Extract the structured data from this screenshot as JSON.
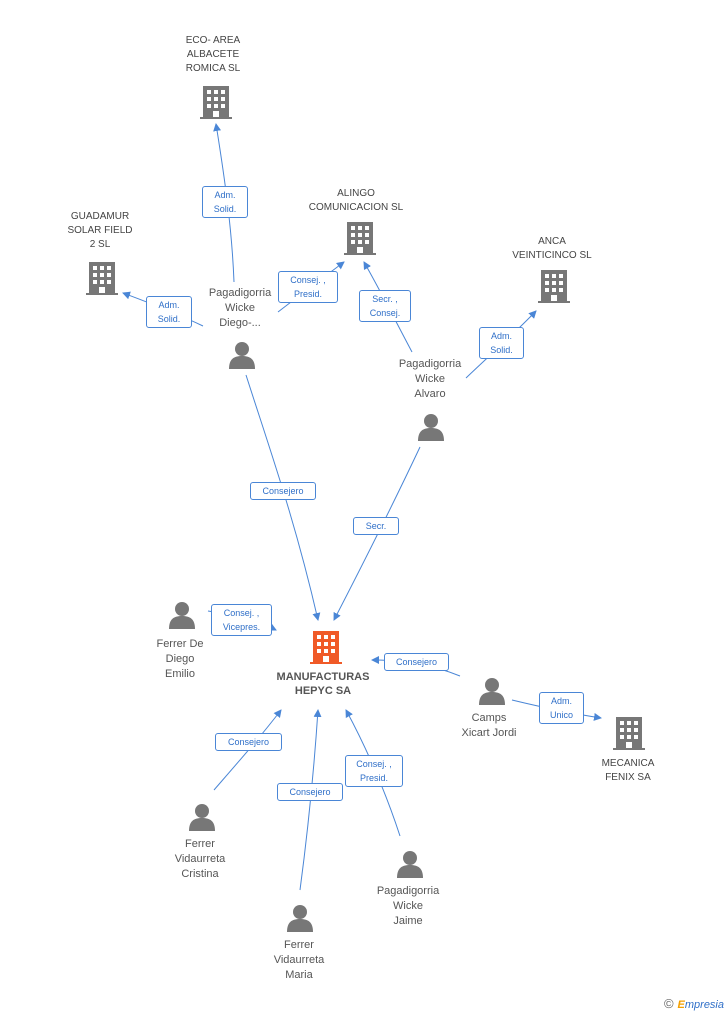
{
  "colors": {
    "edge": "#4a86d6",
    "person": "#777777",
    "company": "#777777",
    "main_company": "#f05a28"
  },
  "nodes": {
    "eco": {
      "label": "ECO- AREA\nALBACETE\nROMICA SL",
      "icon": "building-icon"
    },
    "guadamur": {
      "label": "GUADAMUR\nSOLAR FIELD\n2 SL",
      "icon": "building-icon"
    },
    "alingo": {
      "label": "ALINGO\nCOMUNICACION SL",
      "icon": "building-icon"
    },
    "anca": {
      "label": "ANCA\nVEINTICINCO SL",
      "icon": "building-icon"
    },
    "diego": {
      "label": "Pagadigorria\nWicke\nDiego-...",
      "icon": "person-icon"
    },
    "alvaro": {
      "label": "Pagadigorria\nWicke\nAlvaro",
      "icon": "person-icon"
    },
    "main": {
      "label": "MANUFACTURAS\nHEPYC SA",
      "icon": "building-icon"
    },
    "emilio": {
      "label": "Ferrer De\nDiego\nEmilio",
      "icon": "person-icon"
    },
    "camps": {
      "label": "Camps\nXicart Jordi",
      "icon": "person-icon"
    },
    "mecanica": {
      "label": "MECANICA\nFENIX SA",
      "icon": "building-icon"
    },
    "cristina": {
      "label": "Ferrer\nVidaurreta\nCristina",
      "icon": "person-icon"
    },
    "jaime": {
      "label": "Pagadigorria\nWicke\nJaime",
      "icon": "person-icon"
    },
    "maria": {
      "label": "Ferrer\nVidaurreta\nMaria",
      "icon": "person-icon"
    }
  },
  "edges": {
    "diego_eco": "Adm.\nSolid.",
    "diego_guadamur": "Adm.\nSolid.",
    "diego_alingo": "Consej. ,\nPresid.",
    "alvaro_alingo": "Secr. ,\nConsej.",
    "alvaro_anca": "Adm.\nSolid.",
    "diego_main": "Consejero",
    "alvaro_main": "Secr.",
    "emilio_main": "Consej. ,\nVicepres.",
    "camps_main": "Consejero",
    "camps_mecanica": "Adm.\nUnico",
    "cristina_main": "Consejero",
    "maria_main": "Consejero",
    "jaime_main": "Consej. ,\nPresid."
  },
  "watermark": {
    "symbol": "©",
    "brand_initial": "E",
    "brand_rest": "mpresia"
  }
}
